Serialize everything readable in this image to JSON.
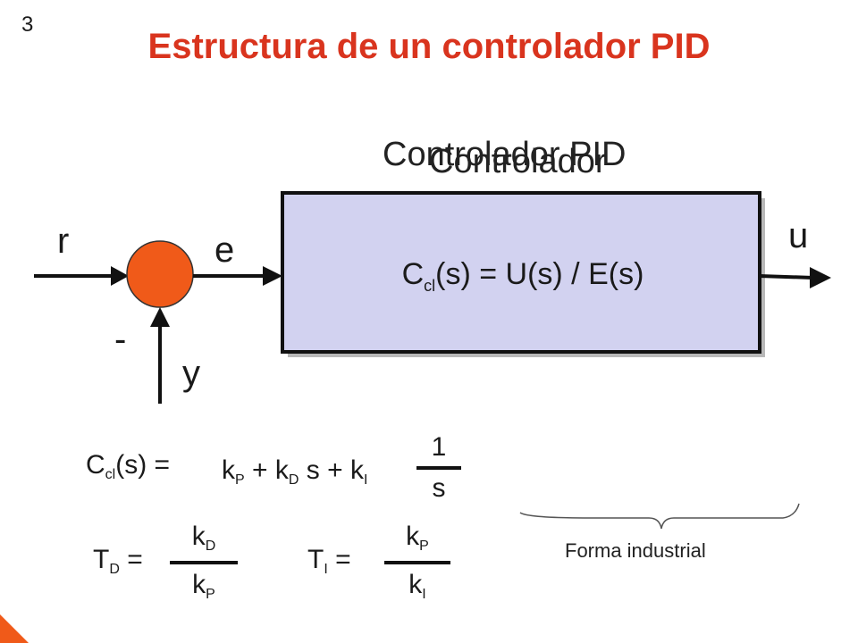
{
  "slide_number": "3",
  "title": "Estructura de un controlador PID",
  "block": {
    "overlap_label_a": "Controlador PID",
    "overlap_label_b": "Controlador",
    "transfer_lhs_main": "C",
    "transfer_lhs_sub": "cl",
    "transfer_rhs": "(s) = U(s) / E(s)",
    "fill_color": "#d2d2f0"
  },
  "signals": {
    "reference": "r",
    "error": "e",
    "output": "u",
    "feedback": "y",
    "minus_sign": "-"
  },
  "summing_junction_color": "#f05a19",
  "equation": {
    "lhs_main": "C",
    "lhs_sub": "cl",
    "lhs_tail": "(s) =",
    "k": "k",
    "sub_p": "P",
    "plus": "+",
    "sub_d": "D",
    "s": "s",
    "sub_i": "I",
    "numerator": "1",
    "denominator": "s"
  },
  "td": {
    "lhs_main": "T",
    "lhs_sub": "D",
    "equals": "=",
    "num_main": "k",
    "num_sub": "D",
    "den_main": "k",
    "den_sub": "P"
  },
  "ti": {
    "lhs_main": "T",
    "lhs_sub": "I",
    "equals": "=",
    "num_main": "k",
    "num_sub": "P",
    "den_main": "k",
    "den_sub": "I"
  },
  "industrial_label": "Forma industrial",
  "accent_color": "#f05a19"
}
